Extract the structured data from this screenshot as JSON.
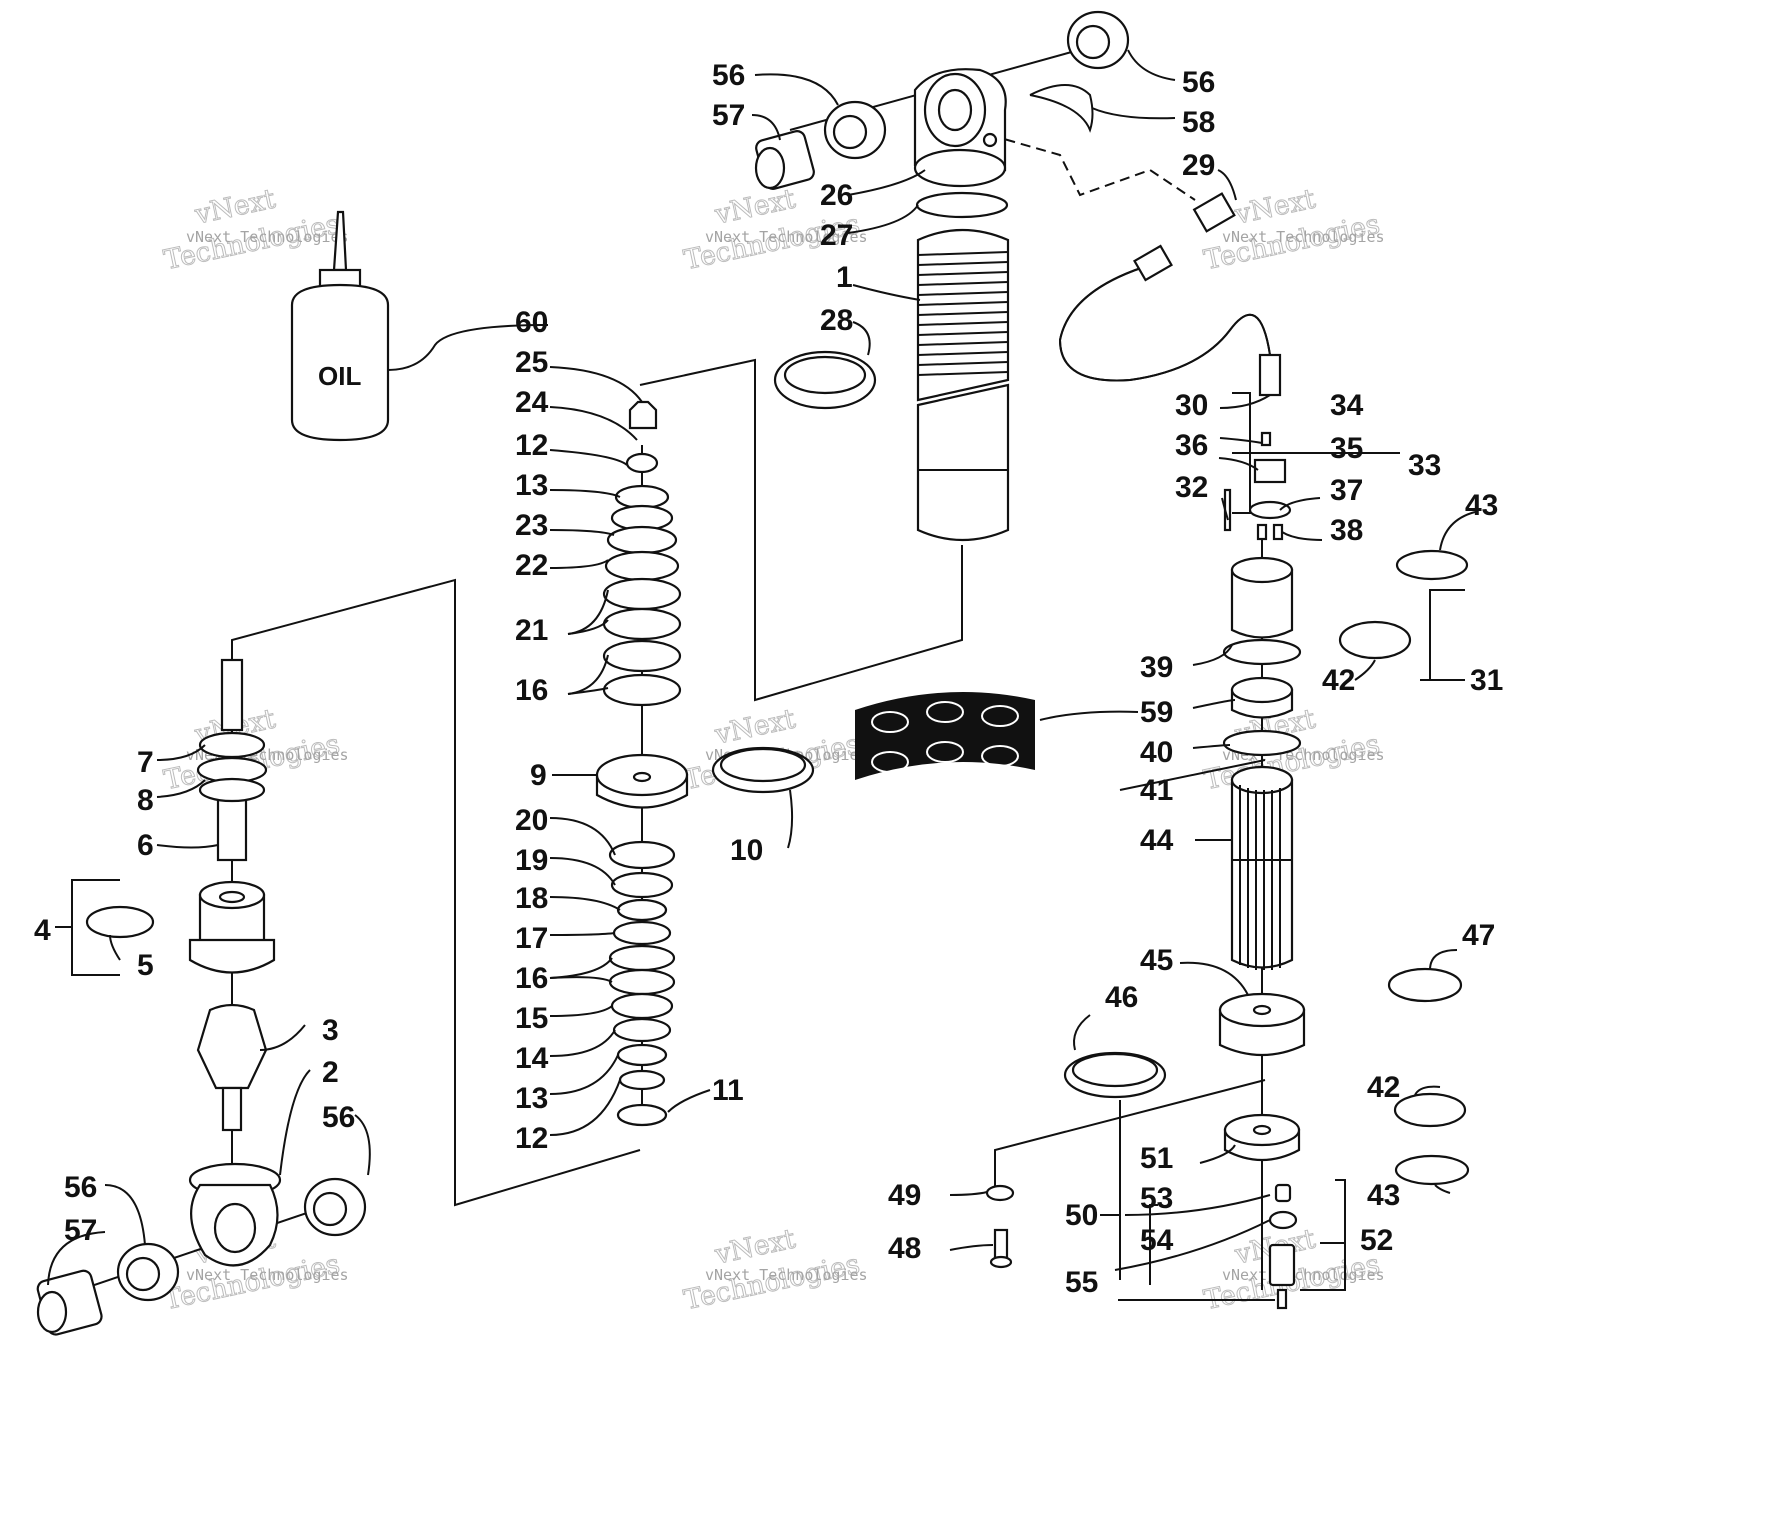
{
  "diagram": {
    "oil_bottle_label": "OIL",
    "watermark_small": "vNext Technologies",
    "watermark_big_1": "vNext",
    "watermark_big_2": "Technologies",
    "callouts": [
      {
        "id": "c-56a",
        "text": "56"
      },
      {
        "id": "c-57a",
        "text": "57"
      },
      {
        "id": "c-56b",
        "text": "56"
      },
      {
        "id": "c-58",
        "text": "58"
      },
      {
        "id": "c-26",
        "text": "26"
      },
      {
        "id": "c-29",
        "text": "29"
      },
      {
        "id": "c-27",
        "text": "27"
      },
      {
        "id": "c-1",
        "text": "1"
      },
      {
        "id": "c-28",
        "text": "28"
      },
      {
        "id": "c-60",
        "text": "60"
      },
      {
        "id": "c-25",
        "text": "25"
      },
      {
        "id": "c-24",
        "text": "24"
      },
      {
        "id": "c-12a",
        "text": "12"
      },
      {
        "id": "c-13a",
        "text": "13"
      },
      {
        "id": "c-23",
        "text": "23"
      },
      {
        "id": "c-22",
        "text": "22"
      },
      {
        "id": "c-21",
        "text": "21"
      },
      {
        "id": "c-16a",
        "text": "16"
      },
      {
        "id": "c-30",
        "text": "30"
      },
      {
        "id": "c-34",
        "text": "34"
      },
      {
        "id": "c-36",
        "text": "36"
      },
      {
        "id": "c-35",
        "text": "35"
      },
      {
        "id": "c-33",
        "text": "33"
      },
      {
        "id": "c-32",
        "text": "32"
      },
      {
        "id": "c-37",
        "text": "37"
      },
      {
        "id": "c-38",
        "text": "38"
      },
      {
        "id": "c-43a",
        "text": "43"
      },
      {
        "id": "c-7",
        "text": "7"
      },
      {
        "id": "c-8",
        "text": "8"
      },
      {
        "id": "c-6",
        "text": "6"
      },
      {
        "id": "c-9",
        "text": "9"
      },
      {
        "id": "c-10",
        "text": "10"
      },
      {
        "id": "c-59",
        "text": "59"
      },
      {
        "id": "c-39",
        "text": "39"
      },
      {
        "id": "c-42a",
        "text": "42"
      },
      {
        "id": "c-31",
        "text": "31"
      },
      {
        "id": "c-40",
        "text": "40"
      },
      {
        "id": "c-41",
        "text": "41"
      },
      {
        "id": "c-20",
        "text": "20"
      },
      {
        "id": "c-19",
        "text": "19"
      },
      {
        "id": "c-18",
        "text": "18"
      },
      {
        "id": "c-17",
        "text": "17"
      },
      {
        "id": "c-16b",
        "text": "16"
      },
      {
        "id": "c-15",
        "text": "15"
      },
      {
        "id": "c-14",
        "text": "14"
      },
      {
        "id": "c-13b",
        "text": "13"
      },
      {
        "id": "c-12b",
        "text": "12"
      },
      {
        "id": "c-11",
        "text": "11"
      },
      {
        "id": "c-44",
        "text": "44"
      },
      {
        "id": "c-4",
        "text": "4"
      },
      {
        "id": "c-5",
        "text": "5"
      },
      {
        "id": "c-3",
        "text": "3"
      },
      {
        "id": "c-2",
        "text": "2"
      },
      {
        "id": "c-56c",
        "text": "56"
      },
      {
        "id": "c-56d",
        "text": "56"
      },
      {
        "id": "c-57b",
        "text": "57"
      },
      {
        "id": "c-45",
        "text": "45"
      },
      {
        "id": "c-47",
        "text": "47"
      },
      {
        "id": "c-46",
        "text": "46"
      },
      {
        "id": "c-42b",
        "text": "42"
      },
      {
        "id": "c-51",
        "text": "51"
      },
      {
        "id": "c-43b",
        "text": "43"
      },
      {
        "id": "c-49",
        "text": "49"
      },
      {
        "id": "c-50",
        "text": "50"
      },
      {
        "id": "c-53",
        "text": "53"
      },
      {
        "id": "c-52",
        "text": "52"
      },
      {
        "id": "c-48",
        "text": "48"
      },
      {
        "id": "c-54",
        "text": "54"
      },
      {
        "id": "c-55",
        "text": "55"
      }
    ]
  }
}
